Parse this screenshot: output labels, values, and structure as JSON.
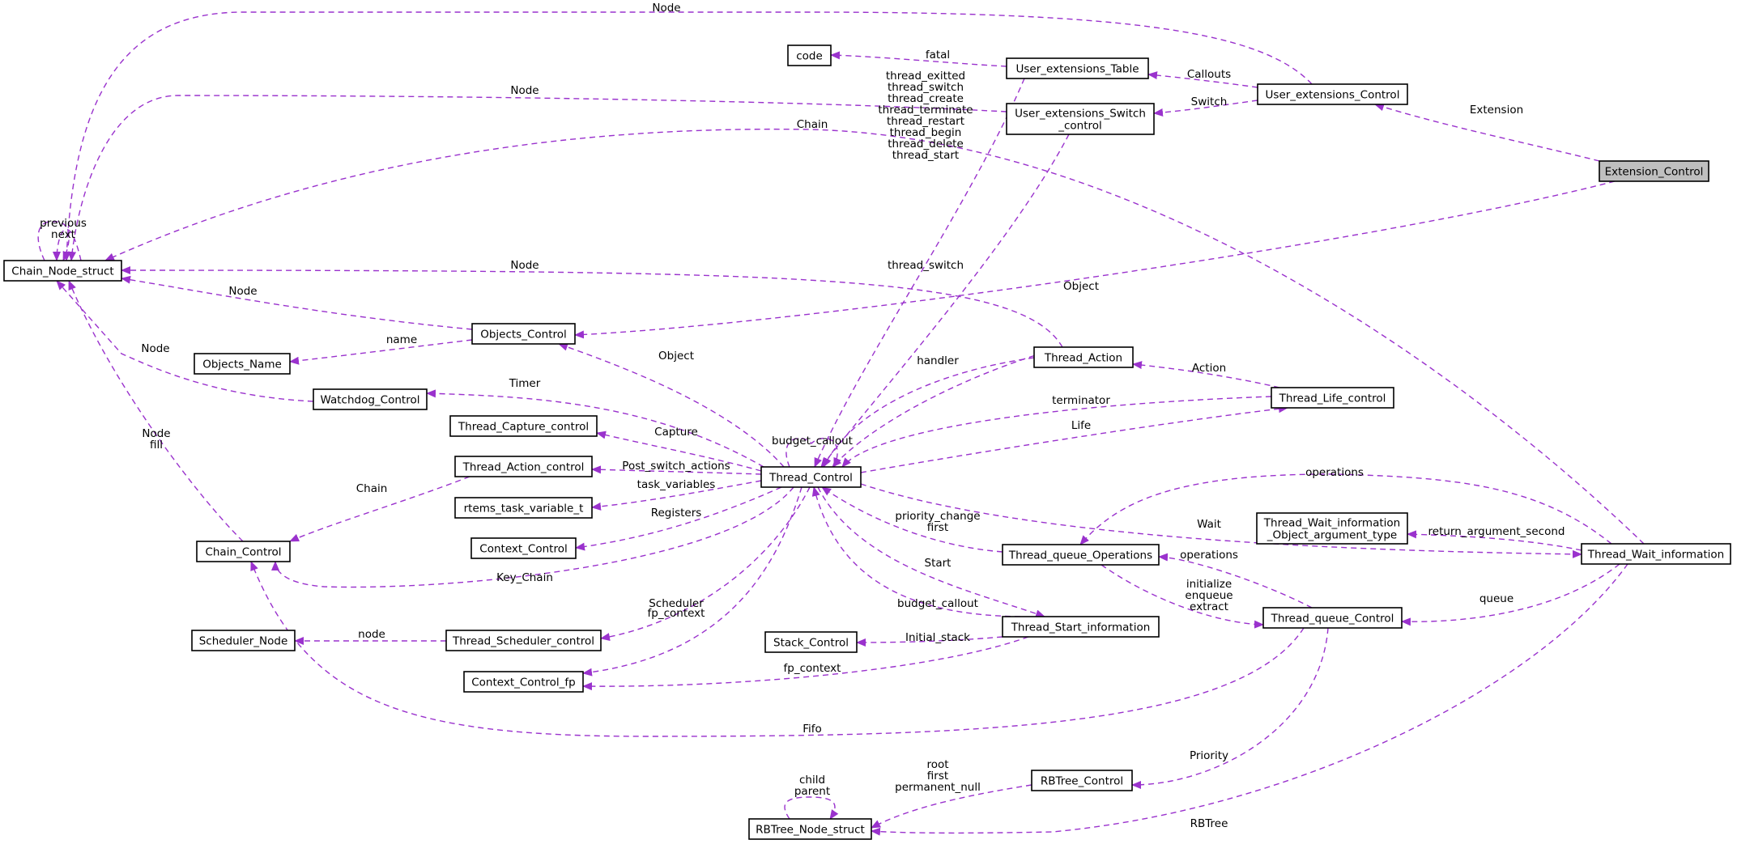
{
  "diagram": {
    "edge_color": "#9a32cd",
    "highlight_color": "#bfbfbf",
    "nodes": {
      "extension_control": "Extension_Control",
      "user_extensions_control": "User_extensions_Control",
      "user_extensions_table": "User_extensions_Table",
      "user_extensions_switch_control": [
        "User_extensions_Switch",
        "_control"
      ],
      "code": "code",
      "chain_node_struct": "Chain_Node_struct",
      "objects_control": "Objects_Control",
      "objects_name": "Objects_Name",
      "watchdog_control": "Watchdog_Control",
      "thread_capture_control": "Thread_Capture_control",
      "thread_action_control": "Thread_Action_control",
      "rtems_task_variable_t": "rtems_task_variable_t",
      "context_control": "Context_Control",
      "chain_control": "Chain_Control",
      "scheduler_node": "Scheduler_Node",
      "thread_scheduler_control": "Thread_Scheduler_control",
      "context_control_fp": "Context_Control_fp",
      "stack_control": "Stack_Control",
      "thread_control": "Thread_Control",
      "thread_action": "Thread_Action",
      "thread_life_control": "Thread_Life_control",
      "thread_queue_operations": "Thread_queue_Operations",
      "thread_start_information": "Thread_Start_information",
      "thread_queue_control": "Thread_queue_Control",
      "thread_wait_information_object_argument_type": [
        "Thread_Wait_information",
        "_Object_argument_type"
      ],
      "thread_wait_information": "Thread_Wait_information",
      "rbtree_control": "RBTree_Control",
      "rbtree_node_struct": "RBTree_Node_struct"
    },
    "edge_labels": {
      "node_top": [
        "Node"
      ],
      "fatal": [
        "fatal"
      ],
      "callouts": [
        "Callouts"
      ],
      "switch": [
        "Switch"
      ],
      "extension": [
        "Extension"
      ],
      "node_switch": [
        "Node"
      ],
      "thread_hooks": [
        "thread_exitted",
        "thread_switch",
        "thread_create",
        "thread_terminate",
        "thread_restart",
        "thread_begin",
        "thread_delete",
        "thread_start"
      ],
      "chain_wait": [
        "Chain"
      ],
      "previous_next": [
        "previous",
        "next"
      ],
      "node_action": [
        "Node"
      ],
      "thread_switch": [
        "thread_switch"
      ],
      "object": [
        "Object"
      ],
      "node_objects": [
        "Node"
      ],
      "name": [
        "name"
      ],
      "node_watchdog": [
        "Node"
      ],
      "object_thread": [
        "Object"
      ],
      "handler": [
        "handler"
      ],
      "action": [
        "Action"
      ],
      "timer": [
        "Timer"
      ],
      "terminator": [
        "terminator"
      ],
      "life": [
        "Life"
      ],
      "node_fill": [
        "Node",
        "fill"
      ],
      "capture": [
        "Capture"
      ],
      "budget_callout_self": [
        "budget_callout"
      ],
      "post_switch_actions": [
        "Post_switch_actions"
      ],
      "chain_action": [
        "Chain"
      ],
      "task_variables": [
        "task_variables"
      ],
      "registers": [
        "Registers"
      ],
      "operations_wait": [
        "operations"
      ],
      "wait": [
        "Wait"
      ],
      "priority_change_first": [
        "priority_change",
        "first"
      ],
      "return_argument_second": [
        "return_argument_second"
      ],
      "operations_queue": [
        "operations"
      ],
      "key_chain": [
        "Key_Chain"
      ],
      "start": [
        "Start"
      ],
      "initialize_enqueue_extract": [
        "initialize",
        "enqueue",
        "extract"
      ],
      "queue": [
        "queue"
      ],
      "scheduler": [
        "Scheduler"
      ],
      "budget_callout_start": [
        "budget_callout"
      ],
      "node_scheduler": [
        "node"
      ],
      "fp_context_thread": [
        "fp_context"
      ],
      "initial_stack": [
        "Initial_stack"
      ],
      "fp_context_start": [
        "fp_context"
      ],
      "fifo": [
        "Fifo"
      ],
      "priority": [
        "Priority"
      ],
      "child_parent": [
        "child",
        "parent"
      ],
      "root_first_permanent_null": [
        "root",
        "first",
        "permanent_null"
      ],
      "rbtree": [
        "RBTree"
      ]
    }
  }
}
